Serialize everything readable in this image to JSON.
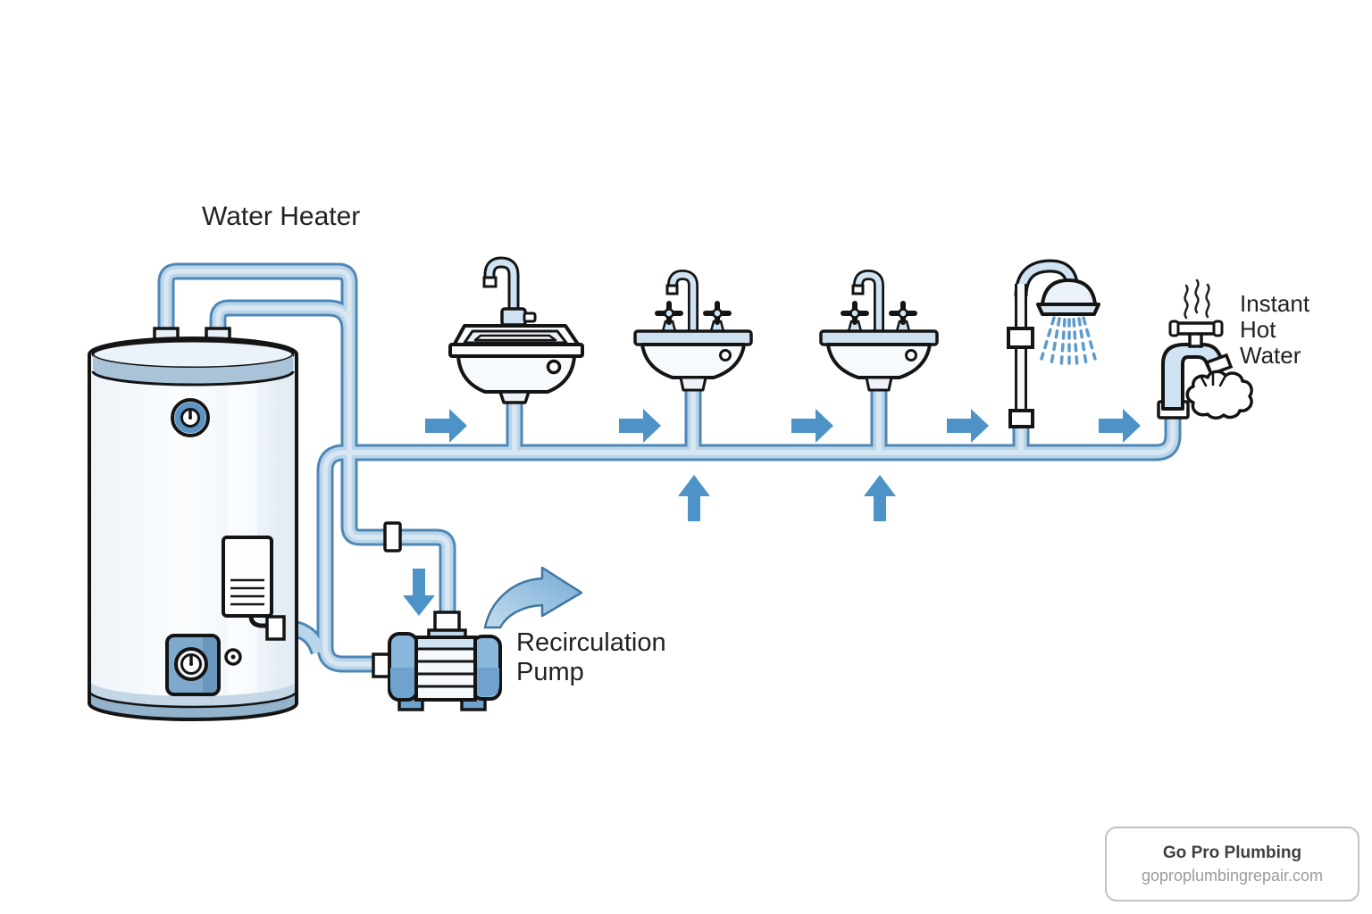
{
  "labels": {
    "water_heater": "Water Heater",
    "pump_line1": "Recirculation",
    "pump_line2": "Pump",
    "instant_line1": "Instant",
    "instant_line2": "Hot",
    "instant_line3": "Water"
  },
  "badge": {
    "title": "Go Pro Plumbing",
    "domain": "goproplumbingrepair.com"
  },
  "colors": {
    "pipe_outline": "#4e87b6",
    "pipe_fill": "#b9d5ea",
    "pipe_highlight": "#dbe9f4",
    "arrow": "#4d93c7",
    "line_art": "#141414",
    "tank_band": "#a9c3d8",
    "accent_blue": "#7fa9cc",
    "fixture_fill": "#cfe3f2"
  },
  "icons": [
    "water-heater-icon",
    "recirculation-pump-icon",
    "kitchen-sink-icon",
    "bathroom-sink-icon",
    "shower-icon",
    "hot-water-faucet-icon",
    "steam-icon",
    "flow-arrow-right-icon",
    "flow-arrow-up-icon",
    "flow-arrow-down-icon",
    "circulation-swoosh-icon",
    "pipe-coupling-icon"
  ]
}
